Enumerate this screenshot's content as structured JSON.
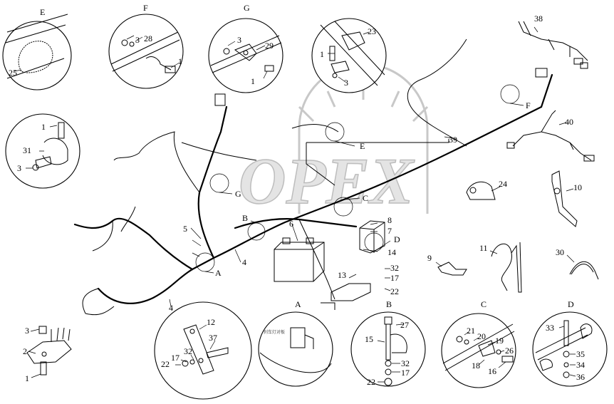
{
  "watermark": {
    "text": "OPEX"
  },
  "detail_views": [
    {
      "id": "E",
      "letter": "E",
      "parts": [
        "25"
      ]
    },
    {
      "id": "F",
      "letter": "F",
      "parts": [
        "3",
        "28",
        "1"
      ]
    },
    {
      "id": "G",
      "letter": "G",
      "parts": [
        "3",
        "29",
        "1"
      ]
    },
    {
      "id": "V23",
      "letter": "",
      "parts": [
        "23",
        "1",
        "3"
      ]
    },
    {
      "id": "V31",
      "letter": "",
      "parts": [
        "1",
        "31",
        "3"
      ]
    },
    {
      "id": "A",
      "letter": "A",
      "parts": [],
      "note": "刹车灯对板"
    },
    {
      "id": "B",
      "letter": "B",
      "parts": [
        "27",
        "15",
        "32",
        "17",
        "22"
      ]
    },
    {
      "id": "C",
      "letter": "C",
      "parts": [
        "21",
        "20",
        "19",
        "26",
        "18",
        "16"
      ]
    },
    {
      "id": "D",
      "letter": "D",
      "parts": [
        "33",
        "35",
        "34",
        "36"
      ]
    },
    {
      "id": "V12",
      "letter": "",
      "parts": [
        "12",
        "37",
        "17",
        "32",
        "22"
      ]
    }
  ],
  "main_labels": {
    "harness": [
      "39",
      "38",
      "40"
    ],
    "view_refs": [
      "E",
      "F",
      "G",
      "C",
      "B",
      "D",
      "A"
    ],
    "main": [
      "5",
      "6",
      "4",
      "4",
      "8",
      "7",
      "14",
      "13",
      "32",
      "17",
      "22"
    ],
    "loose": [
      "24",
      "10",
      "9",
      "11",
      "30",
      "3",
      "2",
      "1"
    ]
  }
}
